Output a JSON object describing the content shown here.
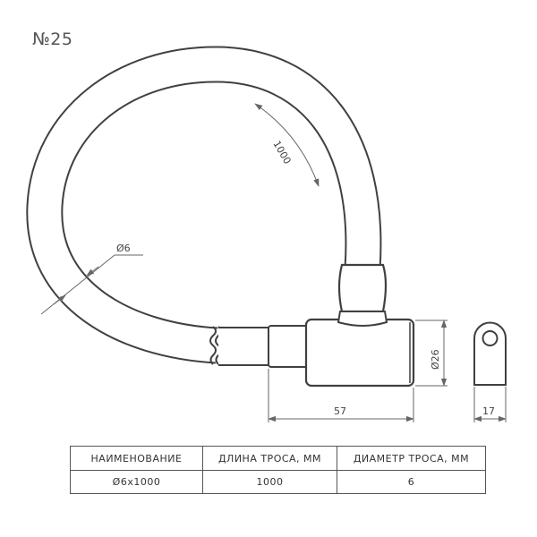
{
  "title": "№25",
  "dimensions": {
    "cable_length": "1000",
    "cable_diameter": "Ø6",
    "body_diameter": "Ø26",
    "body_length": "57",
    "shackle_width": "17"
  },
  "table": {
    "headers": [
      "НАИМЕНОВАНИЕ",
      "ДЛИНА ТРОСА, ММ",
      "ДИАМЕТР ТРОСА, ММ"
    ],
    "rows": [
      [
        "Ø6х1000",
        "1000",
        "6"
      ]
    ]
  }
}
